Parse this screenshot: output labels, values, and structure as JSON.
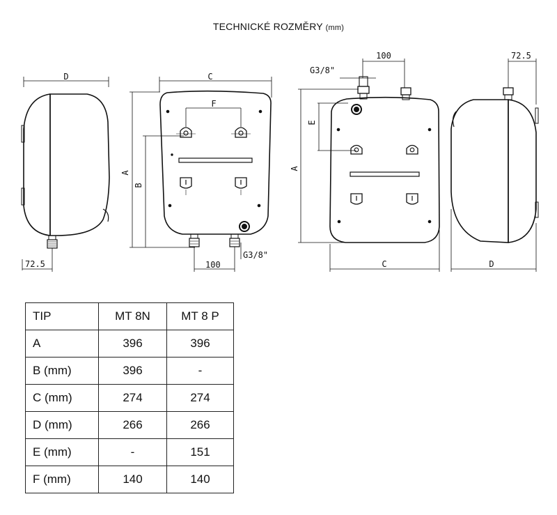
{
  "title": {
    "main": "TECHNICKÉ ROZMĚRY",
    "unit": "(mm)"
  },
  "labels": {
    "A": "A",
    "B": "B",
    "C": "C",
    "D": "D",
    "E": "E",
    "F": "F",
    "dim_72_5": "72.5",
    "dim_100": "100",
    "thread": "G3/8\""
  },
  "table": {
    "header": [
      "TIP",
      "MT 8N",
      "MT 8 P"
    ],
    "rows": [
      [
        "A",
        "396",
        "396"
      ],
      [
        "B (mm)",
        "396",
        "-"
      ],
      [
        "C (mm)",
        "274",
        "274"
      ],
      [
        "D (mm)",
        "266",
        "266"
      ],
      [
        "E (mm)",
        "-",
        "151"
      ],
      [
        "F (mm)",
        "140",
        "140"
      ]
    ]
  }
}
